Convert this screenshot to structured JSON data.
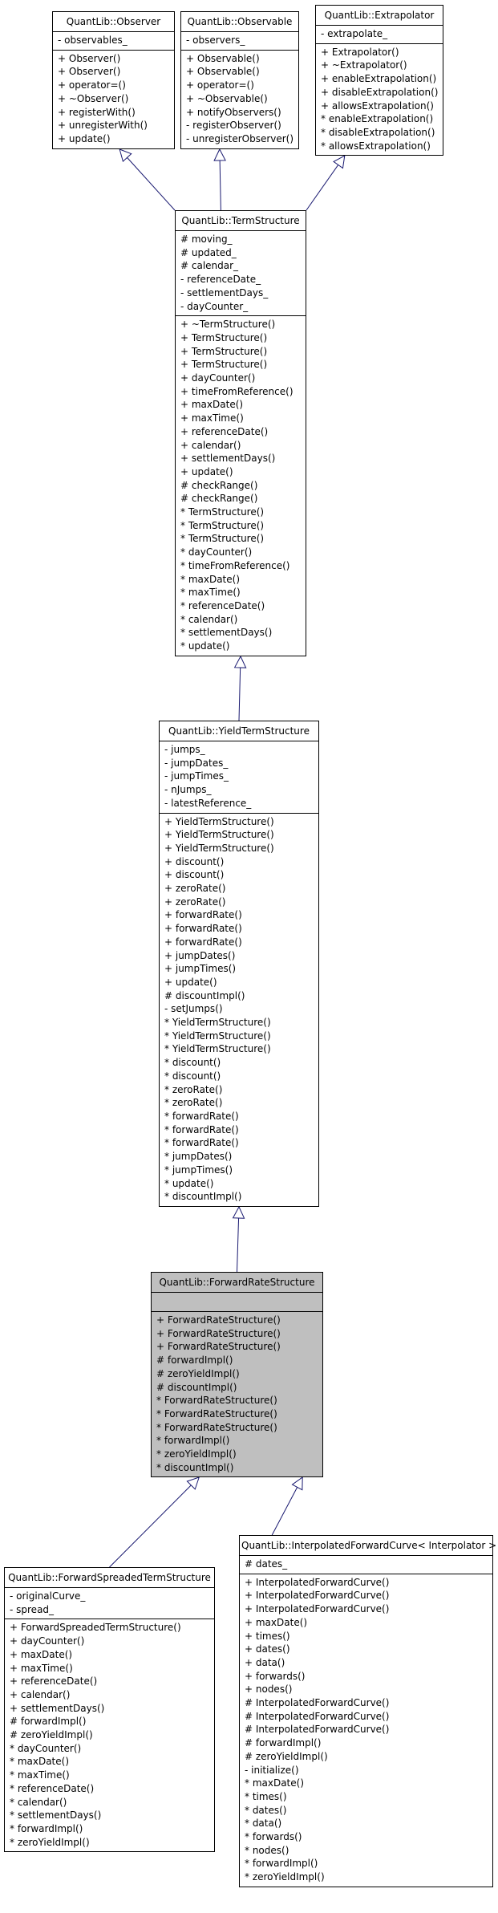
{
  "classes": {
    "observer": {
      "name": "QuantLib::Observer",
      "attributes": [
        "- observables_"
      ],
      "methods": [
        "+ Observer()",
        "+ Observer()",
        "+ operator=()",
        "+ ~Observer()",
        "+ registerWith()",
        "+ unregisterWith()",
        "+ update()"
      ]
    },
    "observable": {
      "name": "QuantLib::Observable",
      "attributes": [
        "- observers_"
      ],
      "methods": [
        "+ Observable()",
        "+ Observable()",
        "+ operator=()",
        "+ ~Observable()",
        "+ notifyObservers()",
        "- registerObserver()",
        "- unregisterObserver()"
      ]
    },
    "extrapolator": {
      "name": "QuantLib::Extrapolator",
      "attributes": [
        "- extrapolate_"
      ],
      "methods": [
        "+ Extrapolator()",
        "+ ~Extrapolator()",
        "+ enableExtrapolation()",
        "+ disableExtrapolation()",
        "+ allowsExtrapolation()",
        "* enableExtrapolation()",
        "* disableExtrapolation()",
        "* allowsExtrapolation()"
      ]
    },
    "termStructure": {
      "name": "QuantLib::TermStructure",
      "attributes": [
        "# moving_",
        "# updated_",
        "# calendar_",
        "- referenceDate_",
        "- settlementDays_",
        "- dayCounter_"
      ],
      "methods": [
        "+ ~TermStructure()",
        "+ TermStructure()",
        "+ TermStructure()",
        "+ TermStructure()",
        "+ dayCounter()",
        "+ timeFromReference()",
        "+ maxDate()",
        "+ maxTime()",
        "+ referenceDate()",
        "+ calendar()",
        "+ settlementDays()",
        "+ update()",
        "# checkRange()",
        "# checkRange()",
        "* TermStructure()",
        "* TermStructure()",
        "* TermStructure()",
        "* dayCounter()",
        "* timeFromReference()",
        "* maxDate()",
        "* maxTime()",
        "* referenceDate()",
        "* calendar()",
        "* settlementDays()",
        "* update()"
      ]
    },
    "yieldTermStructure": {
      "name": "QuantLib::YieldTermStructure",
      "attributes": [
        "- jumps_",
        "- jumpDates_",
        "- jumpTimes_",
        "- nJumps_",
        "- latestReference_"
      ],
      "methods": [
        "+ YieldTermStructure()",
        "+ YieldTermStructure()",
        "+ YieldTermStructure()",
        "+ discount()",
        "+ discount()",
        "+ zeroRate()",
        "+ zeroRate()",
        "+ forwardRate()",
        "+ forwardRate()",
        "+ forwardRate()",
        "+ jumpDates()",
        "+ jumpTimes()",
        "+ update()",
        "# discountImpl()",
        "- setJumps()",
        "* YieldTermStructure()",
        "* YieldTermStructure()",
        "* YieldTermStructure()",
        "* discount()",
        "* discount()",
        "* zeroRate()",
        "* zeroRate()",
        "* forwardRate()",
        "* forwardRate()",
        "* forwardRate()",
        "* jumpDates()",
        "* jumpTimes()",
        "* update()",
        "* discountImpl()"
      ]
    },
    "forwardRateStructure": {
      "name": "QuantLib::ForwardRateStructure",
      "attributes": [],
      "methods": [
        "+ ForwardRateStructure()",
        "+ ForwardRateStructure()",
        "+ ForwardRateStructure()",
        "# forwardImpl()",
        "# zeroYieldImpl()",
        "# discountImpl()",
        "* ForwardRateStructure()",
        "* ForwardRateStructure()",
        "* ForwardRateStructure()",
        "* forwardImpl()",
        "* zeroYieldImpl()",
        "* discountImpl()"
      ]
    },
    "forwardSpreaded": {
      "name": "QuantLib::ForwardSpreadedTermStructure",
      "attributes": [
        "- originalCurve_",
        "- spread_"
      ],
      "methods": [
        "+ ForwardSpreadedTermStructure()",
        "+ dayCounter()",
        "+ maxDate()",
        "+ maxTime()",
        "+ referenceDate()",
        "+ calendar()",
        "+ settlementDays()",
        "# forwardImpl()",
        "# zeroYieldImpl()",
        "* dayCounter()",
        "* maxDate()",
        "* maxTime()",
        "* referenceDate()",
        "* calendar()",
        "* settlementDays()",
        "* forwardImpl()",
        "* zeroYieldImpl()"
      ]
    },
    "interpolatedForward": {
      "name": "QuantLib::InterpolatedForwardCurve< Interpolator >",
      "attributes": [
        "# dates_"
      ],
      "methods": [
        "+ InterpolatedForwardCurve()",
        "+ InterpolatedForwardCurve()",
        "+ InterpolatedForwardCurve()",
        "+ maxDate()",
        "+ times()",
        "+ dates()",
        "+ data()",
        "+ forwards()",
        "+ nodes()",
        "# InterpolatedForwardCurve()",
        "# InterpolatedForwardCurve()",
        "# InterpolatedForwardCurve()",
        "# forwardImpl()",
        "# zeroYieldImpl()",
        "- initialize()",
        "* maxDate()",
        "* times()",
        "* dates()",
        "* data()",
        "* forwards()",
        "* nodes()",
        "* forwardImpl()",
        "* zeroYieldImpl()"
      ]
    }
  },
  "colors": {
    "arrow": "#191970",
    "highlight": "#bfbfbf",
    "border": "#000000"
  }
}
